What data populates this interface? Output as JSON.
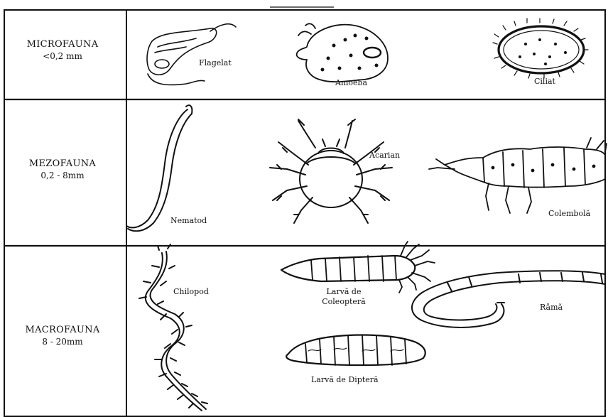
{
  "rows": [
    {
      "category": "MICROFAUNA",
      "size": "<0,2 mm",
      "organisms": [
        {
          "key": "flagelat",
          "label": "Flagelat"
        },
        {
          "key": "amoeba",
          "label": "Amoeba"
        },
        {
          "key": "ciliat",
          "label": "Ciliat"
        }
      ]
    },
    {
      "category": "MEZOFAUNA",
      "size": "0,2 - 8mm",
      "organisms": [
        {
          "key": "nematod",
          "label": "Nematod"
        },
        {
          "key": "acarian",
          "label": "Acarian"
        },
        {
          "key": "colembola",
          "label": "Colembolă"
        }
      ]
    },
    {
      "category": "MACROFAUNA",
      "size": "8 - 20mm",
      "organisms": [
        {
          "key": "chilopod",
          "label": "Chilopod"
        },
        {
          "key": "larva-coleoptera",
          "label": "Larvă de Coleopteră"
        },
        {
          "key": "rima",
          "label": "Râmă"
        },
        {
          "key": "larva-diptera",
          "label": "Larvă de Dipteră"
        }
      ]
    }
  ]
}
